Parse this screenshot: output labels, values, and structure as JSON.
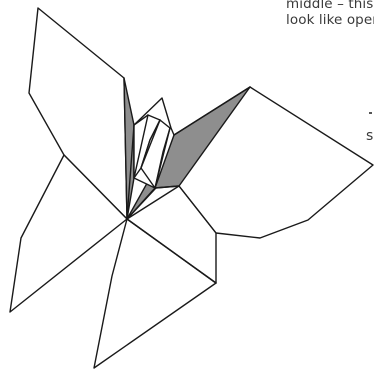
{
  "caption": {
    "line1": "middle – this is v",
    "line2": "look like opened",
    "fragment_s": "s"
  },
  "colors": {
    "stroke": "#1a1a1a",
    "shaded_fold": "#8e8e8e",
    "paper": "#ffffff",
    "text": "#3a3a3a"
  }
}
